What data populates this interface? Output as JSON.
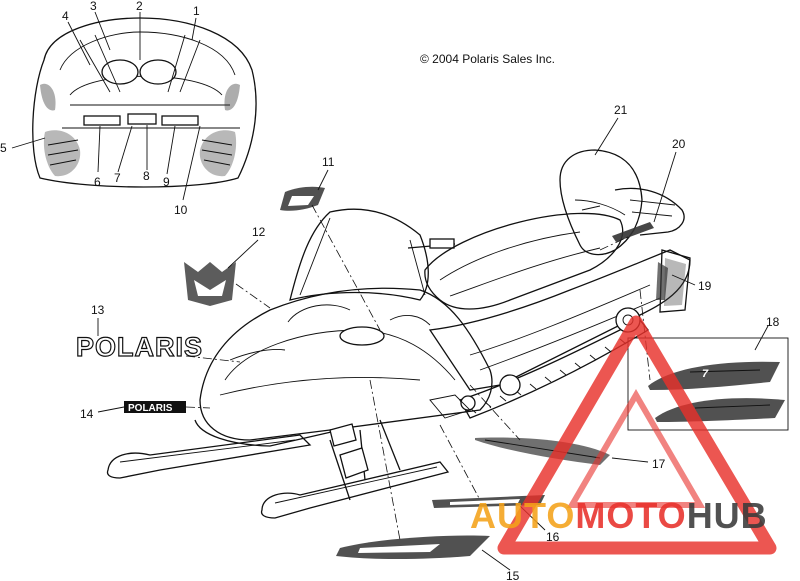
{
  "copyright": "© 2004 Polaris Sales Inc.",
  "decals": {
    "polaris_large": "POLARIS",
    "polaris_small": "POLARIS"
  },
  "callouts": [
    {
      "id": "c1",
      "label": "1"
    },
    {
      "id": "c2",
      "label": "2"
    },
    {
      "id": "c3",
      "label": "3"
    },
    {
      "id": "c4",
      "label": "4"
    },
    {
      "id": "c5",
      "label": "5"
    },
    {
      "id": "c6",
      "label": "6"
    },
    {
      "id": "c7",
      "label": "7"
    },
    {
      "id": "c8",
      "label": "8"
    },
    {
      "id": "c9",
      "label": "9"
    },
    {
      "id": "c10",
      "label": "10"
    },
    {
      "id": "c11",
      "label": "11"
    },
    {
      "id": "c12",
      "label": "12"
    },
    {
      "id": "c13",
      "label": "13"
    },
    {
      "id": "c14",
      "label": "14"
    },
    {
      "id": "c15",
      "label": "15"
    },
    {
      "id": "c16",
      "label": "16"
    },
    {
      "id": "c17",
      "label": "17"
    },
    {
      "id": "c18",
      "label": "18"
    },
    {
      "id": "c19",
      "label": "19"
    },
    {
      "id": "c20",
      "label": "20"
    },
    {
      "id": "c21",
      "label": "21"
    }
  ],
  "watermark": {
    "text_left": "AUTO",
    "text_mid": "MOTO",
    "text_right": "HUB",
    "color_red": "#e8312b",
    "color_orange": "#f4a21a",
    "color_dark": "#3a3a3a"
  }
}
